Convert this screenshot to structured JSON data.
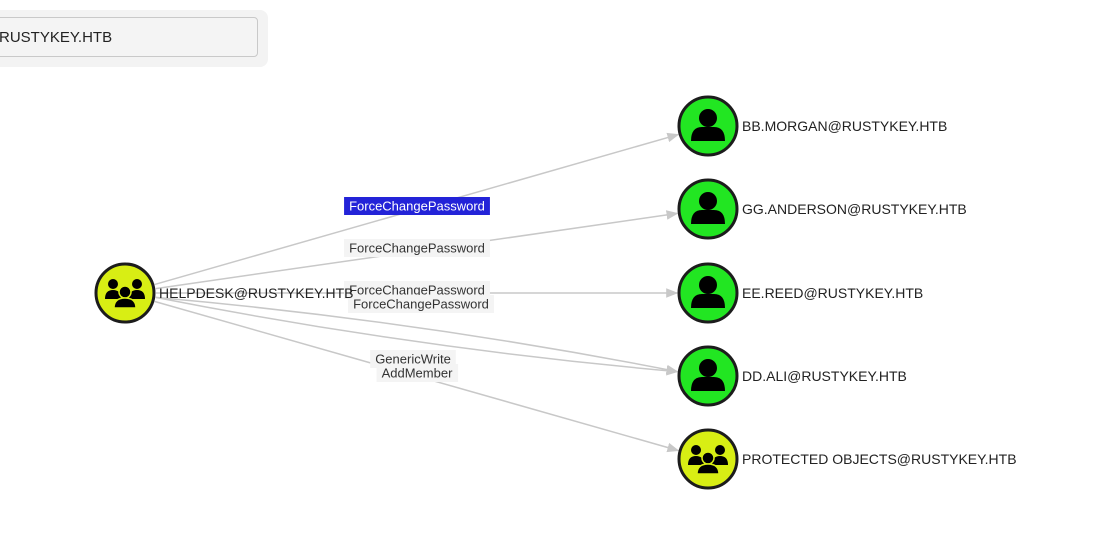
{
  "search": {
    "value": "RUSTYKEY.HTB"
  },
  "colors": {
    "user_fill": "#22e622",
    "group_fill": "#d8ee14",
    "node_stroke": "#1c1c1c",
    "selected_label": "#2323d8"
  },
  "nodes": [
    {
      "id": "helpdesk",
      "label": "HELPDESK@RUSTYKEY.HTB",
      "kind": "group",
      "icon": "group-icon"
    },
    {
      "id": "bbmorgan",
      "label": "BB.MORGAN@RUSTYKEY.HTB",
      "kind": "user",
      "icon": "user-icon"
    },
    {
      "id": "gganderson",
      "label": "GG.ANDERSON@RUSTYKEY.HTB",
      "kind": "user",
      "icon": "user-icon"
    },
    {
      "id": "eereed",
      "label": "EE.REED@RUSTYKEY.HTB",
      "kind": "user",
      "icon": "user-icon"
    },
    {
      "id": "ddali",
      "label": "DD.ALI@RUSTYKEY.HTB",
      "kind": "user",
      "icon": "user-icon"
    },
    {
      "id": "protected",
      "label": "PROTECTED OBJECTS@RUSTYKEY.HTB",
      "kind": "group",
      "icon": "group-icon"
    }
  ],
  "edges": [
    {
      "from": "helpdesk",
      "to": "bbmorgan",
      "label": "ForceChangePassword",
      "selected": true
    },
    {
      "from": "helpdesk",
      "to": "gganderson",
      "label": "ForceChangePassword",
      "selected": false
    },
    {
      "from": "helpdesk",
      "to": "eereed",
      "label": "ForceChangePassword",
      "selected": false
    },
    {
      "from": "helpdesk",
      "to": "ddali",
      "label": "ForceChangePassword",
      "selected": false
    },
    {
      "from": "helpdesk",
      "to": "ddali",
      "label": "GenericWrite",
      "selected": false
    },
    {
      "from": "helpdesk",
      "to": "protected",
      "label": "AddMember",
      "selected": false
    }
  ]
}
